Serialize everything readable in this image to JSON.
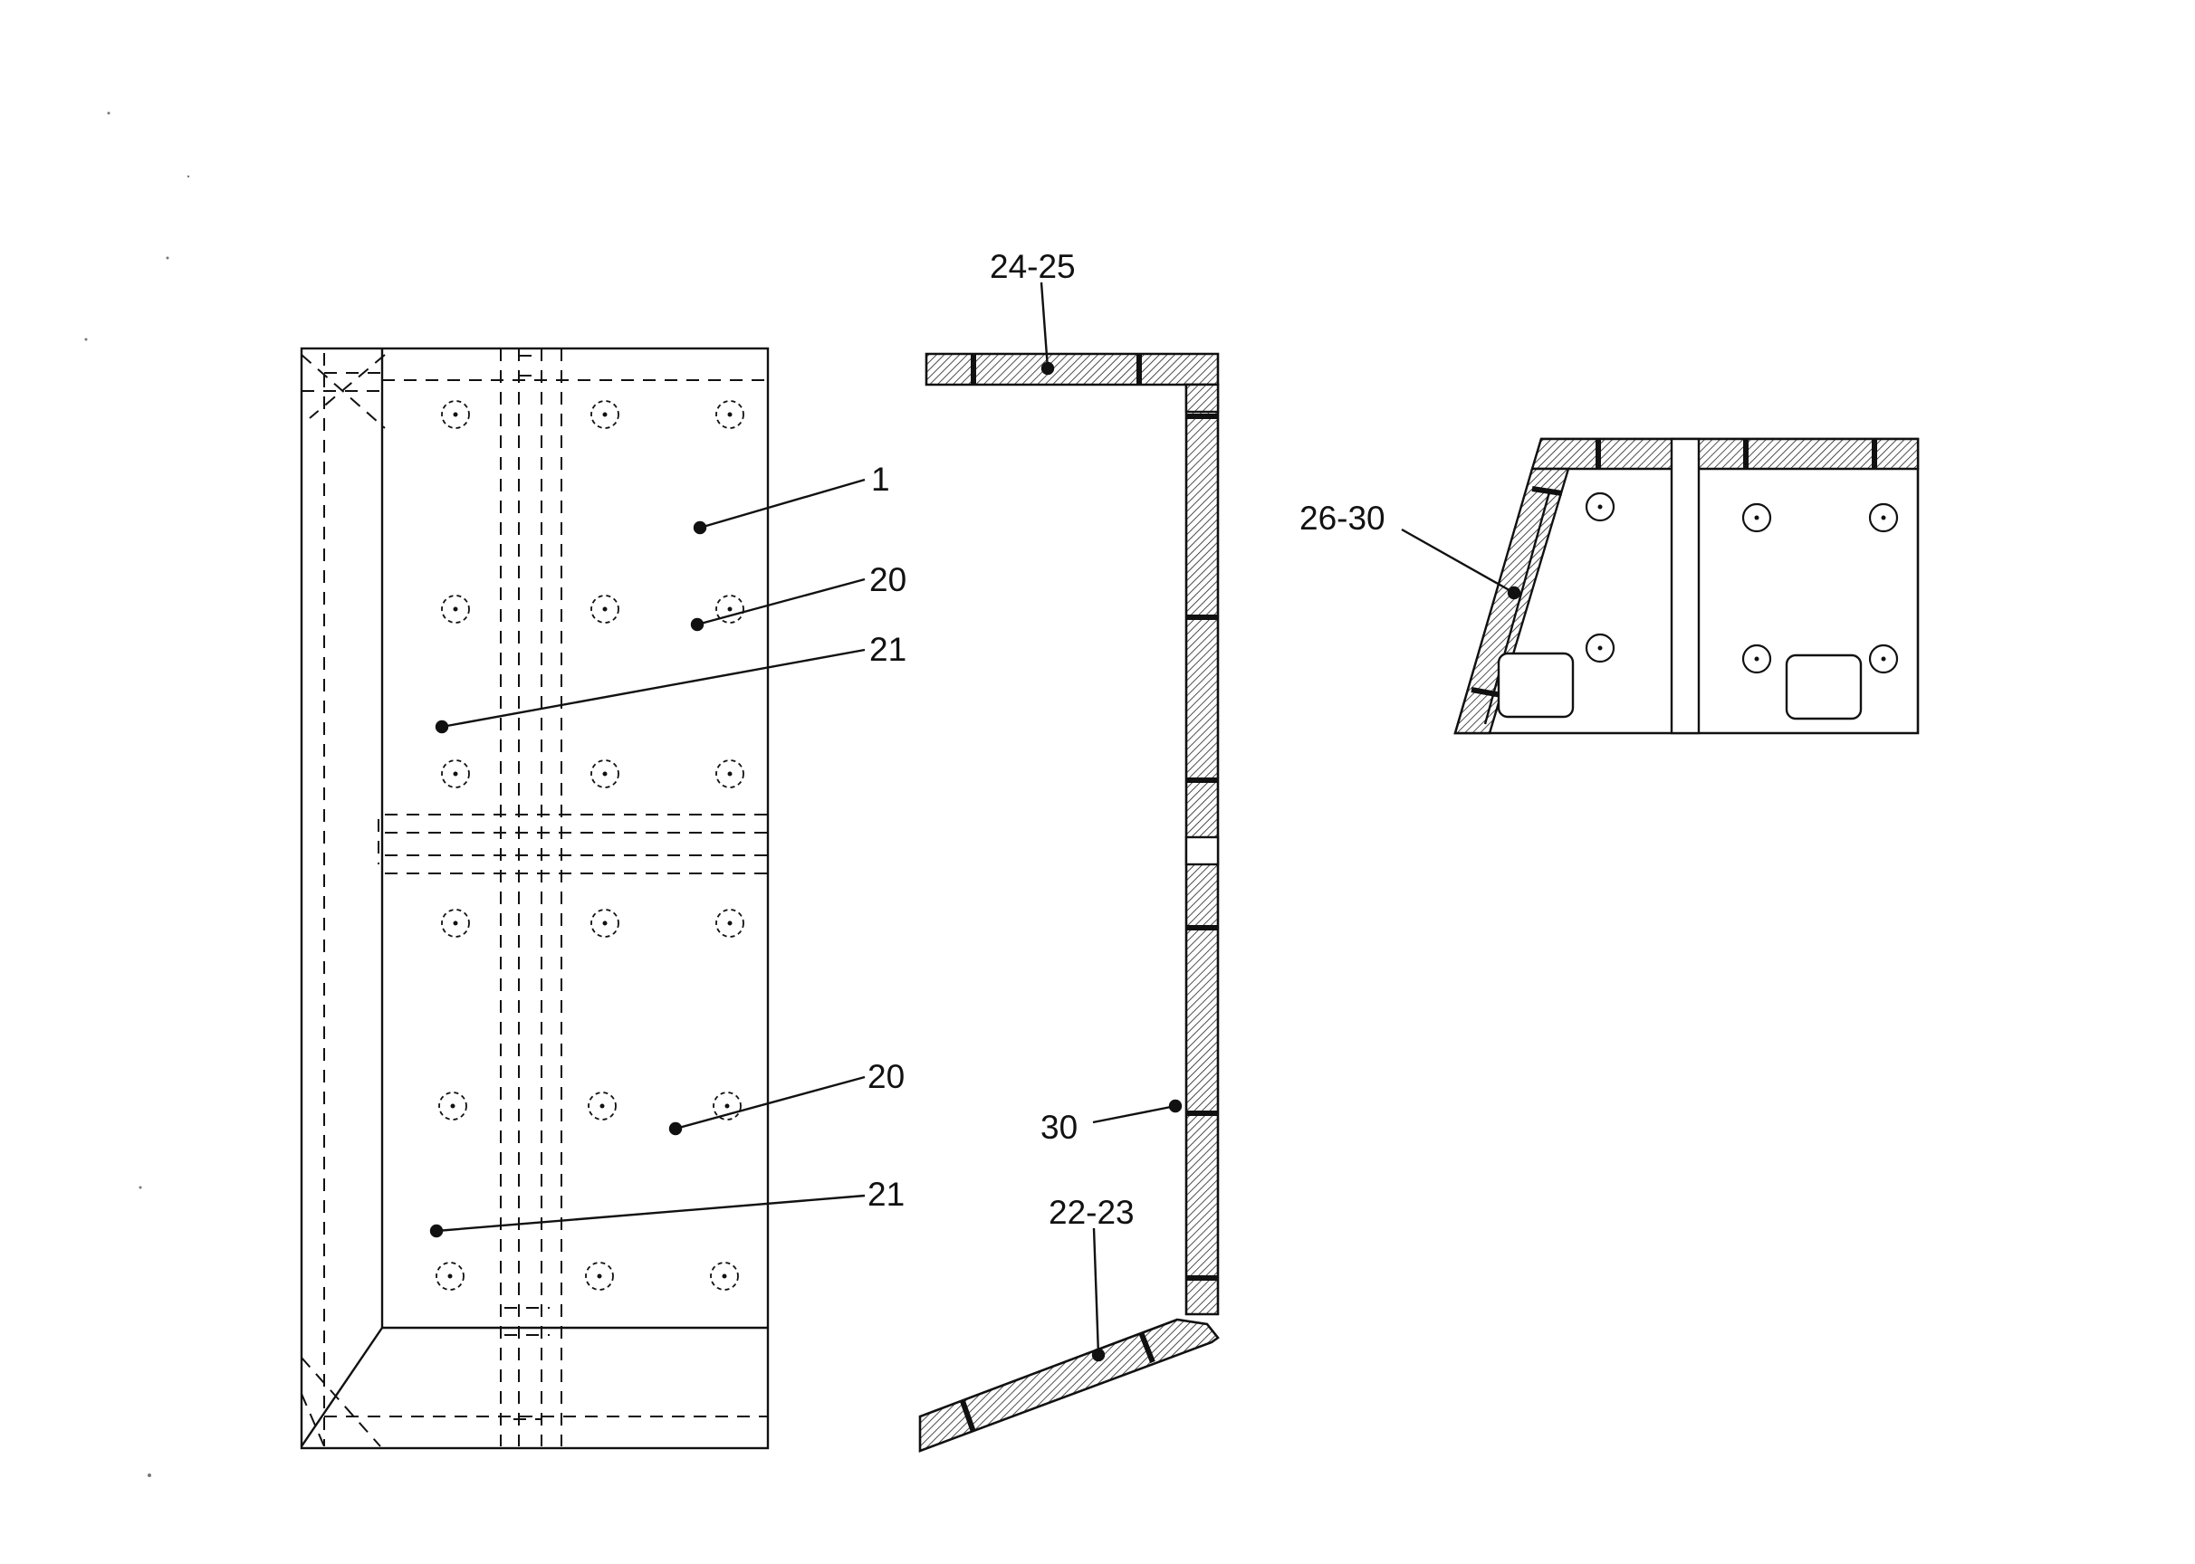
{
  "diagram": {
    "callouts": {
      "c1": "1",
      "c20_upper": "20",
      "c21_upper": "21",
      "c20_lower": "20",
      "c21_lower": "21",
      "c24_25": "24-25",
      "c30": "30",
      "c22_23": "22-23",
      "c26_30": "26-30"
    }
  }
}
